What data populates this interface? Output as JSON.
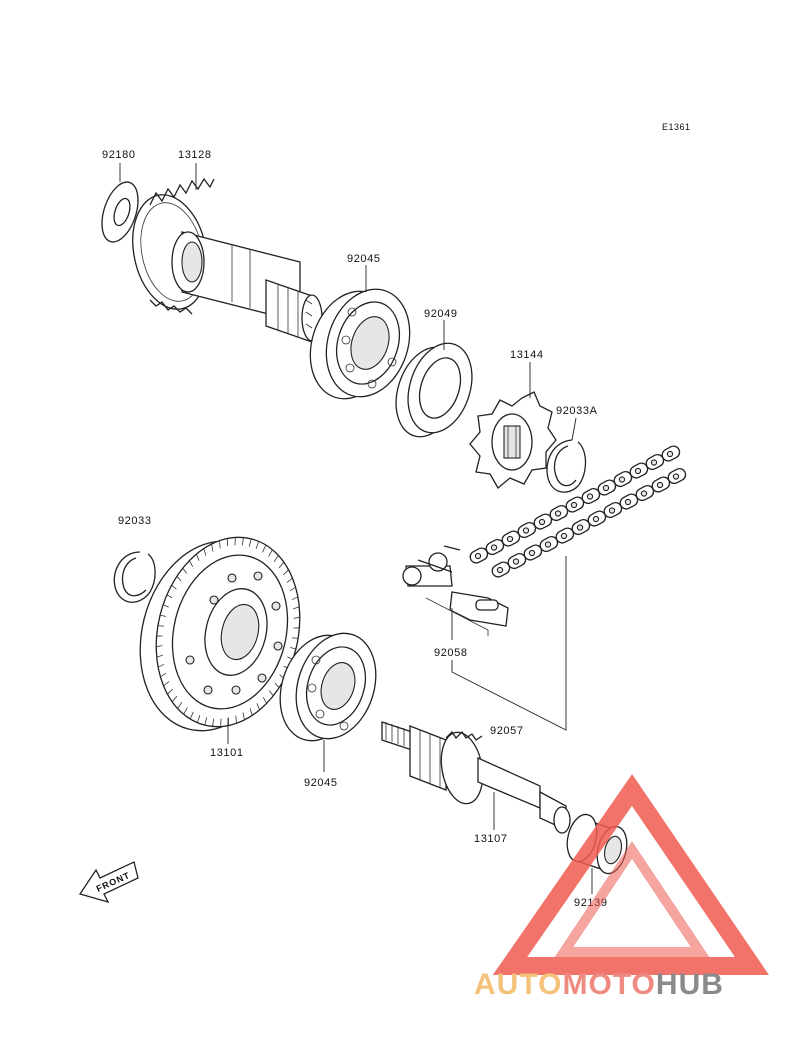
{
  "diagram": {
    "code": "E1361",
    "front_label": "FRONT",
    "parts": [
      {
        "id": "p92180",
        "number": "92180",
        "kind": "washer"
      },
      {
        "id": "p13128",
        "number": "13128",
        "kind": "gear-shaft"
      },
      {
        "id": "p92045a",
        "number": "92045",
        "kind": "bearing"
      },
      {
        "id": "p92049",
        "number": "92049",
        "kind": "oil-seal"
      },
      {
        "id": "p13144",
        "number": "13144",
        "kind": "sprocket"
      },
      {
        "id": "p92033a",
        "number": "92033A",
        "kind": "circlip"
      },
      {
        "id": "p92033",
        "number": "92033",
        "kind": "circlip"
      },
      {
        "id": "p92058",
        "number": "92058",
        "kind": "chain-joint"
      },
      {
        "id": "p92057",
        "number": "92057",
        "kind": "chain"
      },
      {
        "id": "p13101",
        "number": "13101",
        "kind": "gear"
      },
      {
        "id": "p92045b",
        "number": "92045",
        "kind": "bearing"
      },
      {
        "id": "p13107",
        "number": "13107",
        "kind": "shaft"
      },
      {
        "id": "p92139",
        "number": "92139",
        "kind": "bearing"
      }
    ]
  },
  "watermark": {
    "word_part1": "AUTO",
    "word_part2": "MOTO",
    "word_part3": "HUB",
    "color_part1": "#f4c27a",
    "color_part2": "#ef8a80",
    "color_part3": "#8a8a8a",
    "triangle_color": "#ee5a4f"
  }
}
